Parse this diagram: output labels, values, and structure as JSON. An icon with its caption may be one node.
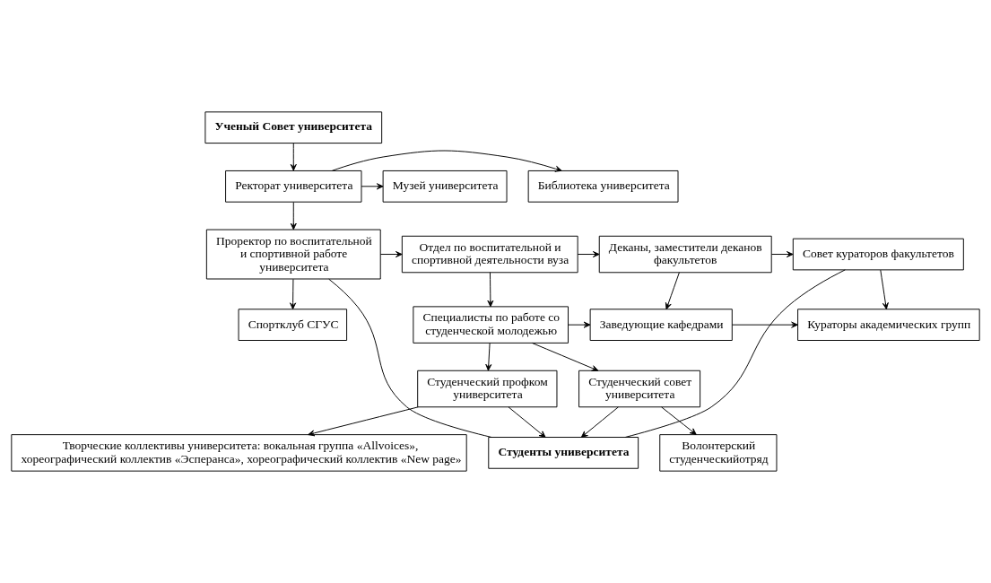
{
  "diagram": {
    "nodes": [
      {
        "text": [
          "Ученый Совет университета"
        ]
      },
      {
        "text": [
          "Библиотека университета"
        ]
      },
      {
        "text": [
          "Ректорат университета"
        ]
      },
      {
        "text": [
          "Музей университета"
        ]
      },
      {
        "text": [
          "Проректор по воспитательной и спортивной работе университета"
        ]
      },
      {
        "text": [
          "Отдел по воспитательной и спортивной деятельности вуза"
        ]
      },
      {
        "text": [
          "Деканы, заместители деканов факультетов"
        ]
      },
      {
        "text": [
          "Совет кураторов факультетов"
        ]
      },
      {
        "text": [
          "Спортклуб СГУС"
        ]
      },
      {
        "text": [
          "Специалисты по работе со студенческой молодежью"
        ]
      },
      {
        "text": [
          "Заведующие кафедрами"
        ]
      },
      {
        "text": [
          "Кураторы академических групп"
        ]
      },
      {
        "text": [
          "Студенческий совет университета"
        ]
      },
      {
        "text": [
          "Студенческий профком университета"
        ]
      },
      {
        "text": [
          "Волонтерский студенческийотряд"
        ]
      },
      {
        "text": [
          "Творческие коллективы университета: вокальная группа «Allvoices», хореографический коллектив «Эсперанса», хореографический коллектив «New page»"
        ]
      },
      {
        "text": [
          "Студенты университета"
        ]
      }
    ],
    "edges": [
      {
        "from": 0,
        "to": 2,
        "arrow": "to"
      },
      {
        "from": 2,
        "to": 1,
        "arrow": "to"
      },
      {
        "from": 2,
        "to": 3,
        "arrow": "to"
      },
      {
        "from": 2,
        "to": 4,
        "arrow": "to"
      },
      {
        "from": 4,
        "to": 5,
        "arrow": "to"
      },
      {
        "from": 5,
        "to": 6,
        "arrow": "to"
      },
      {
        "from": 6,
        "to": 7,
        "arrow": "to"
      },
      {
        "from": 4,
        "to": 8,
        "arrow": "to"
      },
      {
        "from": 5,
        "to": 9,
        "arrow": "to"
      },
      {
        "from": 6,
        "to": 10,
        "arrow": "to"
      },
      {
        "from": 7,
        "to": 11,
        "arrow": "to"
      },
      {
        "from": 9,
        "to": 10,
        "arrow": "to"
      },
      {
        "from": 10,
        "to": 11,
        "arrow": "to"
      },
      {
        "from": 9,
        "to": 12,
        "arrow": "to"
      },
      {
        "from": 9,
        "to": 13,
        "arrow": "to"
      },
      {
        "from": 12,
        "to": 14,
        "arrow": "to"
      },
      {
        "from": 13,
        "to": 15,
        "arrow": "to"
      },
      {
        "from": 12,
        "to": 16,
        "arrow": "to"
      },
      {
        "from": 13,
        "to": 16,
        "arrow": "to"
      },
      {
        "from": 4,
        "to": 16,
        "arrow": "none"
      },
      {
        "from": 7,
        "to": 16,
        "arrow": "none"
      }
    ]
  }
}
